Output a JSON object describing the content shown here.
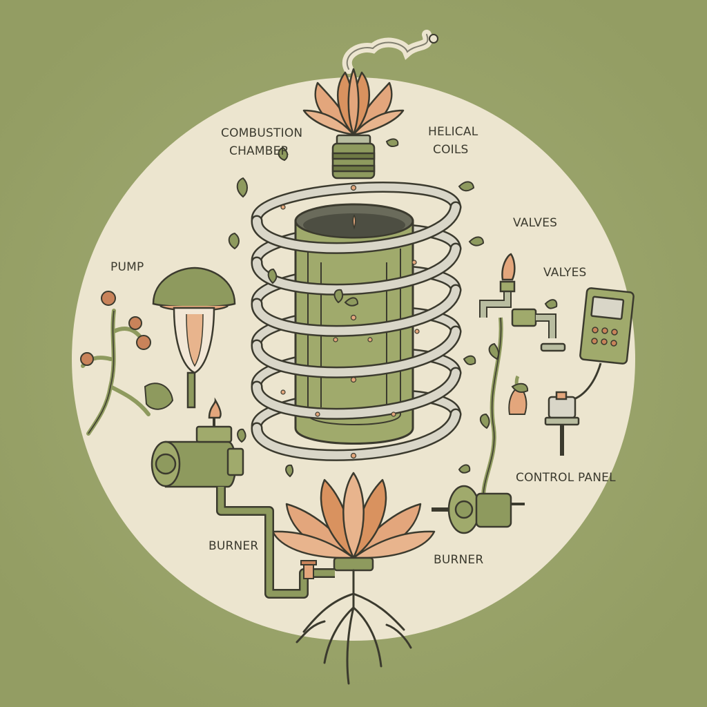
{
  "labels": {
    "combustion_chamber": [
      "COMBUSTION",
      "CHAMBER"
    ],
    "helical_coils": [
      "HELICAL",
      "COILS"
    ],
    "valves_1": "VALVES",
    "valves_2": "VALYES",
    "pump": "PUMP",
    "control_panel": "CONTROL PANEL",
    "burner_left": "BURNER",
    "burner_right": "BURNER"
  },
  "colors": {
    "background": "#9aa56d",
    "disc": "#ece5cf",
    "ink": "#3b3a2e",
    "olive": "#8e9a5e",
    "olive_dark": "#6f7a45",
    "pipe": "#d9d6c8",
    "petal": "#e3a67c",
    "petal_dark": "#c9835a"
  },
  "icons": [
    "lotus-icon",
    "steam-icon",
    "mushroom-icon",
    "motor-icon",
    "valve-icon",
    "control-panel-icon",
    "root-icon",
    "leaf-icon"
  ]
}
